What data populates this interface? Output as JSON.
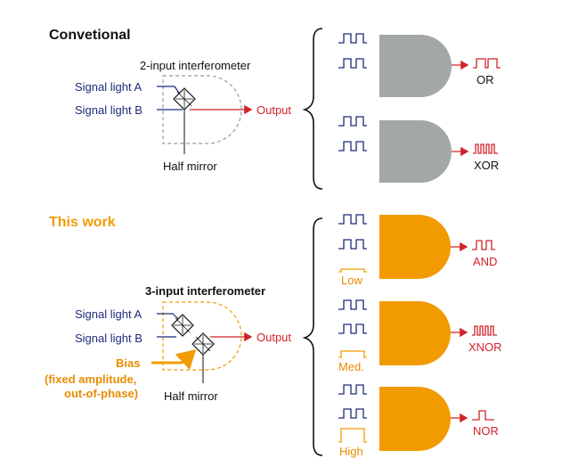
{
  "conventional": {
    "title": "Convetional",
    "interferometer_label": "2-input interferometer",
    "signal_a": "Signal light A",
    "signal_b": "Signal light B",
    "output": "Output",
    "half_mirror": "Half mirror",
    "gates": [
      {
        "label": "OR"
      },
      {
        "label": "XOR"
      }
    ]
  },
  "this_work": {
    "title": "This work",
    "interferometer_label": "3-input interferometer",
    "signal_a": "Signal light A",
    "signal_b": "Signal light B",
    "output": "Output",
    "bias_line1": "Bias",
    "bias_line2": "(fixed amplitude,",
    "bias_line3": "out-of-phase)",
    "half_mirror": "Half mirror",
    "gates": [
      {
        "label": "AND",
        "bias": "Low"
      },
      {
        "label": "XNOR",
        "bias": "Med."
      },
      {
        "label": "NOR",
        "bias": "High"
      }
    ]
  },
  "colors": {
    "blue": "#1f2a7a",
    "red": "#d0232a",
    "orange": "#f29b00",
    "gray_gate": "#a3a7a6",
    "dashed_gray": "#999999"
  }
}
